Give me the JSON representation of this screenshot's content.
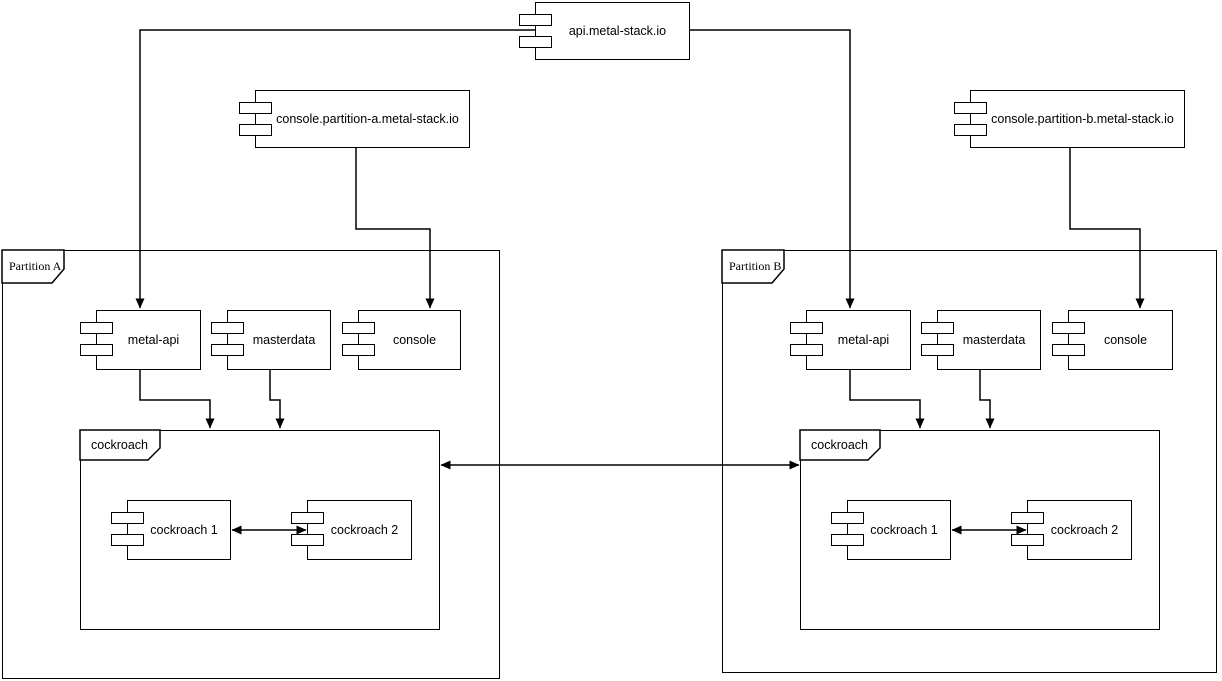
{
  "colors": {
    "stroke": "#000000",
    "background": "#ffffff",
    "fill": "#ffffff"
  },
  "nodes": {
    "api": {
      "label": "api.metal-stack.io"
    },
    "console_a": {
      "label": "console.partition-a.metal-stack.io"
    },
    "console_b": {
      "label": "console.partition-b.metal-stack.io"
    }
  },
  "partition_a": {
    "label": "Partition A",
    "metal_api": "metal-api",
    "masterdata": "masterdata",
    "console": "console",
    "cockroach": {
      "label": "cockroach",
      "node1": "cockroach 1",
      "node2": "cockroach 2"
    }
  },
  "partition_b": {
    "label": "Partition B",
    "metal_api": "metal-api",
    "masterdata": "masterdata",
    "console": "console",
    "cockroach": {
      "label": "cockroach",
      "node1": "cockroach 1",
      "node2": "cockroach 2"
    }
  }
}
